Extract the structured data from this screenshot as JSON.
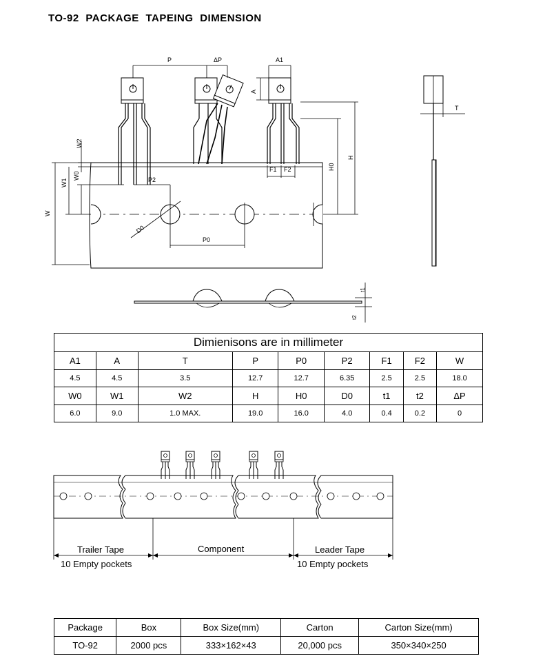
{
  "title": "TO-92  PACKAGE  TAPEING  DIMENSION",
  "drawing_labels": {
    "p": "P",
    "dp": "ΔP",
    "a1": "A1",
    "a": "A",
    "t": "T",
    "w2": "W2",
    "w1": "W1",
    "w0": "W0",
    "w": "W",
    "p2": "P2",
    "f1": "F1",
    "f2": "F2",
    "h0": "H0",
    "h": "H",
    "d0": "D0",
    "p0": "P0",
    "t1": "t1",
    "t2": "t2"
  },
  "dimensions_table": {
    "caption": "Dimienisons are in millimeter",
    "row1_headers": [
      "A1",
      "A",
      "T",
      "P",
      "P0",
      "P2",
      "F1",
      "F2",
      "W"
    ],
    "row1_values": [
      "4.5",
      "4.5",
      "3.5",
      "12.7",
      "12.7",
      "6.35",
      "2.5",
      "2.5",
      "18.0"
    ],
    "row2_headers": [
      "W0",
      "W1",
      "W2",
      "H",
      "H0",
      "D0",
      "t1",
      "t2",
      "ΔP"
    ],
    "row2_values": [
      "6.0",
      "9.0",
      "1.0 MAX.",
      "19.0",
      "16.0",
      "4.0",
      "0.4",
      "0.2",
      "0"
    ]
  },
  "tape_layout": {
    "trailer": "Trailer Tape",
    "component": "Component",
    "leader": "Leader Tape",
    "trailer_note": "10 Empty pockets",
    "leader_note": "10 Empty pockets"
  },
  "packing_table": {
    "headers": [
      "Package",
      "Box",
      "Box Size(mm)",
      "Carton",
      "Carton Size(mm)"
    ],
    "values": [
      "TO-92",
      "2000 pcs",
      "333×162×43",
      "20,000 pcs",
      "350×340×250"
    ]
  }
}
